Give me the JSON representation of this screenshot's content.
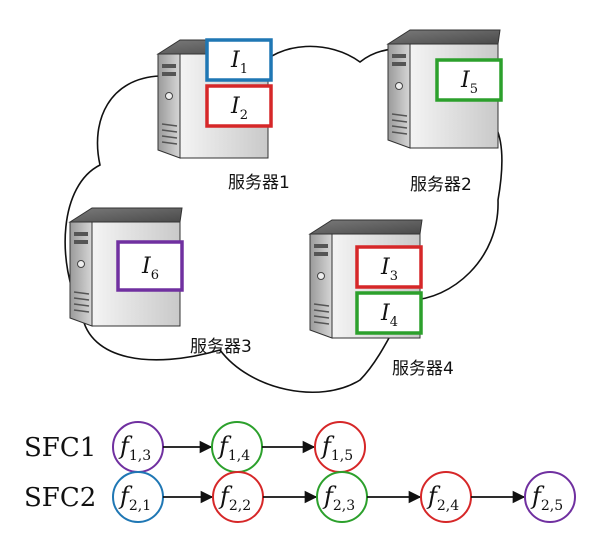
{
  "colors": {
    "blue": "#1f77b4",
    "red": "#d62728",
    "green": "#2ca02c",
    "purple": "#7030a0"
  },
  "servers": [
    {
      "name": "服务器1",
      "instances": [
        {
          "base": "I",
          "sub": "1",
          "color": "blue"
        },
        {
          "base": "I",
          "sub": "2",
          "color": "red"
        }
      ]
    },
    {
      "name": "服务器2",
      "instances": [
        {
          "base": "I",
          "sub": "5",
          "color": "green"
        }
      ]
    },
    {
      "name": "服务器3",
      "instances": [
        {
          "base": "I",
          "sub": "6",
          "color": "purple"
        }
      ]
    },
    {
      "name": "服务器4",
      "instances": [
        {
          "base": "I",
          "sub": "3",
          "color": "red"
        },
        {
          "base": "I",
          "sub": "4",
          "color": "green"
        }
      ]
    }
  ],
  "sfcs": [
    {
      "label": "SFC1",
      "nodes": [
        {
          "base": "f",
          "sub": "1,3",
          "color": "purple"
        },
        {
          "base": "f",
          "sub": "1,4",
          "color": "green"
        },
        {
          "base": "f",
          "sub": "1,5",
          "color": "red"
        }
      ]
    },
    {
      "label": "SFC2",
      "nodes": [
        {
          "base": "f",
          "sub": "2,1",
          "color": "blue"
        },
        {
          "base": "f",
          "sub": "2,2",
          "color": "red"
        },
        {
          "base": "f",
          "sub": "2,3",
          "color": "green"
        },
        {
          "base": "f",
          "sub": "2,4",
          "color": "red"
        },
        {
          "base": "f",
          "sub": "2,5",
          "color": "purple"
        }
      ]
    }
  ]
}
